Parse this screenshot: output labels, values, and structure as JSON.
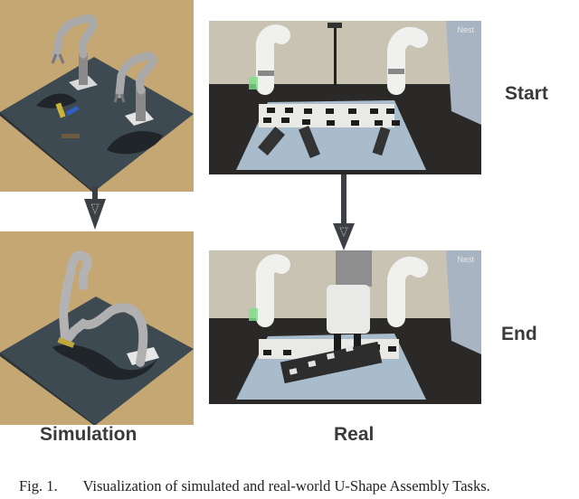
{
  "figure": {
    "columns": {
      "simulation_label": "Simulation",
      "real_label": "Real"
    },
    "rows": {
      "start_label": "Start",
      "end_label": "End"
    },
    "panels": {
      "sim_start": {
        "description": "Simulated scene: two robot arms on dark table, colored blocks, start state",
        "background_color": "#c4a772"
      },
      "sim_end": {
        "description": "Simulated scene: two robot arms jointly holding assembled blocks, end state",
        "background_color": "#c4a772"
      },
      "real_start": {
        "description": "Real-world scene: two robot arms, AprilTag blocks scattered on grid mat",
        "watermark": "Nest"
      },
      "real_end": {
        "description": "Real-world scene: robot gripper lifting assembled U-shape block structure",
        "watermark": "Nest"
      }
    },
    "arrow_color": "#3c3f43",
    "caption": {
      "number": "Fig. 1.",
      "text": "Visualization of simulated and real-world U-Shape Assembly Tasks."
    }
  }
}
